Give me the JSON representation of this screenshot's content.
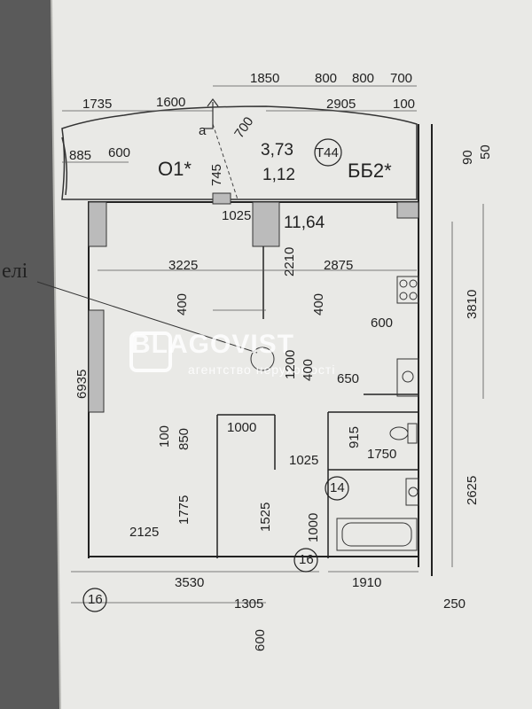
{
  "watermark": {
    "brand": "BLAGOVIST",
    "subtitle": "агентство нерухомості"
  },
  "side_text": "елі",
  "rooms": {
    "balcony_left": "O1*",
    "balcony_right": "ББ2*",
    "balcony_area": "3,73",
    "balcony_coef": "1,12",
    "main_area": "11,64"
  },
  "markers": {
    "type": "T44",
    "left_axis": "16",
    "mid_axis": "16",
    "axis_14": "14",
    "arrow_letter": "a"
  },
  "dimensions": {
    "top_1850": "1850",
    "top_800a": "800",
    "top_800b": "800",
    "top_700": "700",
    "top_1735": "1735",
    "top_1600": "1600",
    "top_700b": "700",
    "top_2905": "2905",
    "top_100": "100",
    "d_885": "885",
    "d_600a": "600",
    "d_745": "745",
    "d_90": "90",
    "d_50": "50",
    "d_1025a": "1025",
    "d_3225": "3225",
    "d_2210": "2210",
    "d_2875": "2875",
    "d_3810": "3810",
    "d_400a": "400",
    "d_400b": "400",
    "d_600b": "600",
    "d_6935": "6935",
    "d_1200": "1200",
    "d_400c": "400",
    "d_650": "650",
    "d_1000a": "1000",
    "d_100": "100",
    "d_850": "850",
    "d_915": "915",
    "d_1750": "1750",
    "d_1025b": "1025",
    "d_2625": "2625",
    "d_1775": "1775",
    "d_2125": "2125",
    "d_1525": "1525",
    "d_1000b": "1000",
    "d_3530": "3530",
    "d_1910": "1910",
    "d_1305": "1305",
    "d_250": "250",
    "d_600c": "600"
  }
}
